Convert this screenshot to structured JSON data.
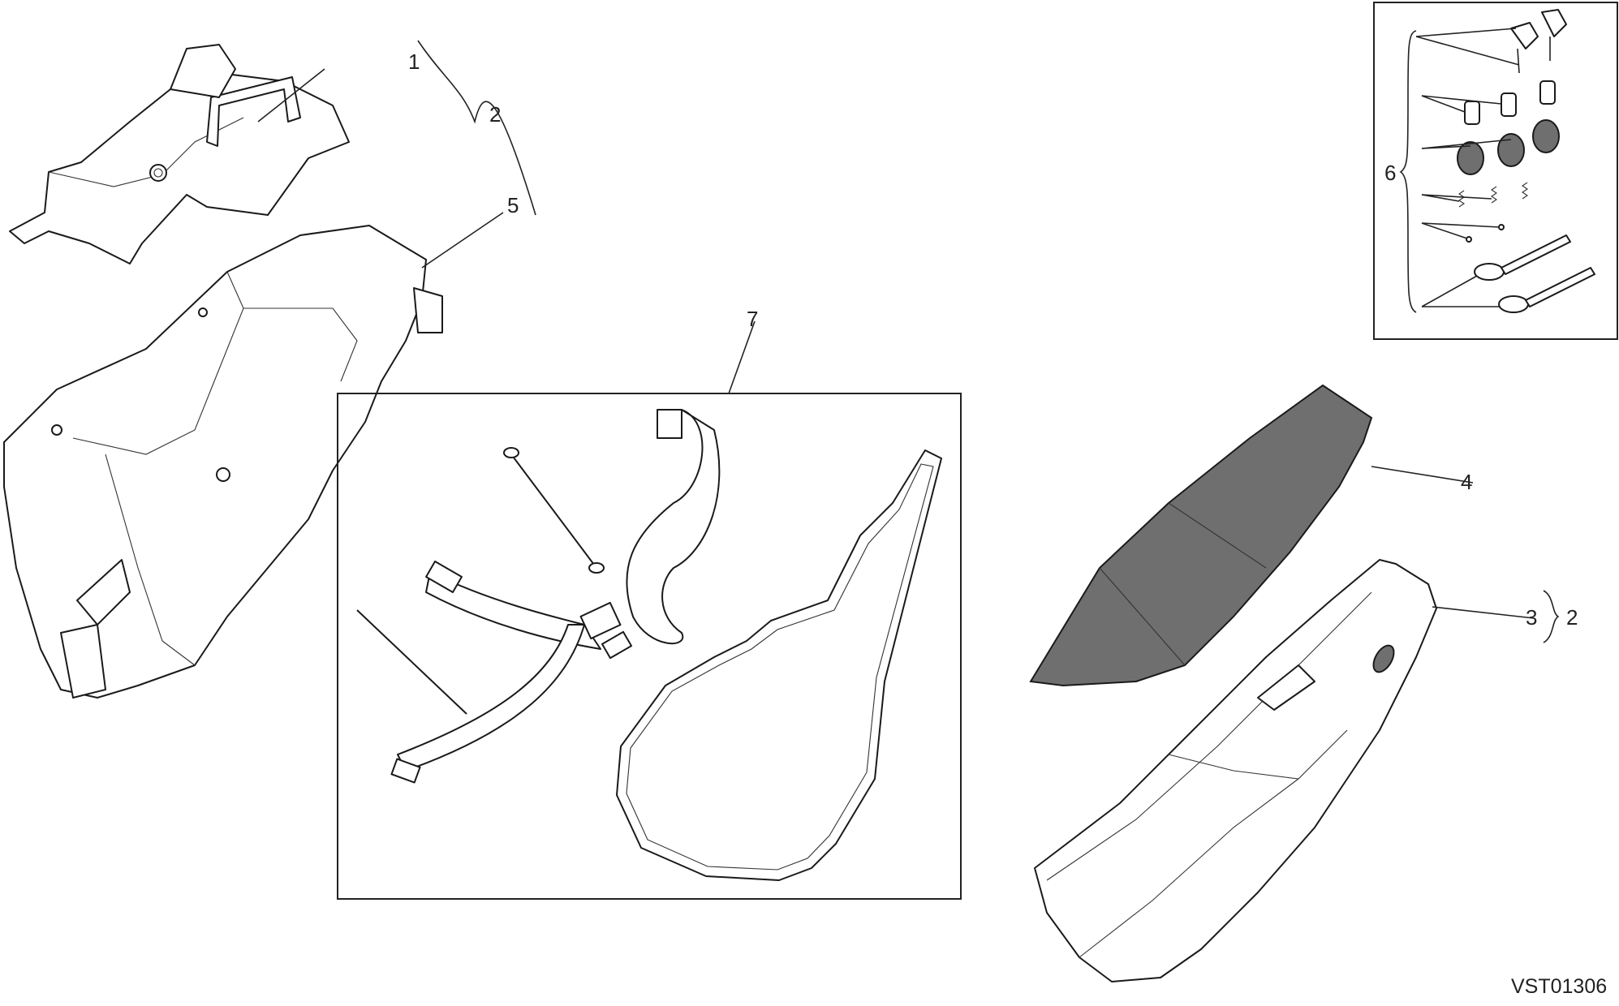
{
  "diagram": {
    "drawing_code": "VST01306",
    "callouts": [
      {
        "id": "c1",
        "label": "1"
      },
      {
        "id": "c2a",
        "label": "2"
      },
      {
        "id": "c5",
        "label": "5"
      },
      {
        "id": "c7",
        "label": "7"
      },
      {
        "id": "c4",
        "label": "4"
      },
      {
        "id": "c3",
        "label": "3"
      },
      {
        "id": "c2b",
        "label": "2"
      },
      {
        "id": "c6",
        "label": "6"
      }
    ]
  }
}
